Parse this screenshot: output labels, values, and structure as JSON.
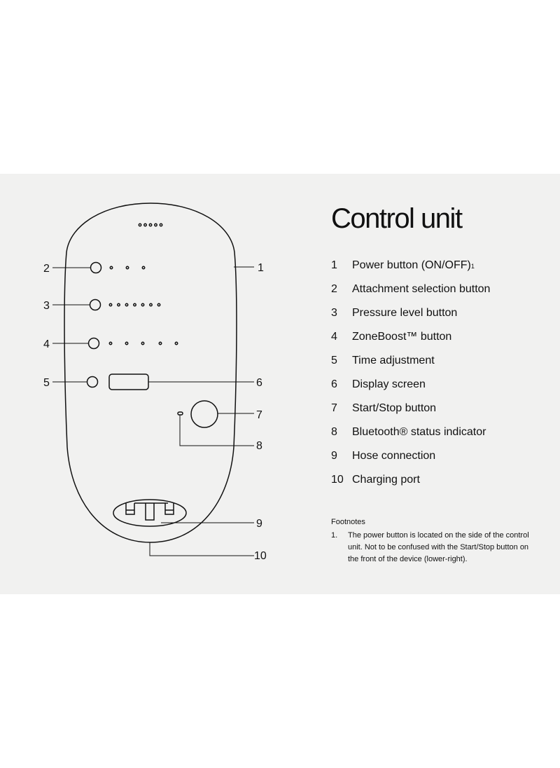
{
  "title": "Control unit",
  "legend": [
    {
      "num": "1",
      "label": "Power button (ON/OFF)",
      "sup": "1"
    },
    {
      "num": "2",
      "label": "Attachment selection button"
    },
    {
      "num": "3",
      "label": "Pressure level button"
    },
    {
      "num": "4",
      "label": "ZoneBoost™ button"
    },
    {
      "num": "5",
      "label": "Time adjustment"
    },
    {
      "num": "6",
      "label": "Display screen"
    },
    {
      "num": "7",
      "label": "Start/Stop button"
    },
    {
      "num": "8",
      "label": "Bluetooth® status indicator"
    },
    {
      "num": "9",
      "label": "Hose connection"
    },
    {
      "num": "10",
      "label": "Charging port"
    }
  ],
  "callouts": [
    "1",
    "2",
    "3",
    "4",
    "5",
    "6",
    "7",
    "8",
    "9",
    "10"
  ],
  "footnotes": {
    "heading": "Footnotes",
    "items": [
      {
        "mark": "1.",
        "text": "The power button is located on the side of the control unit. Not to be confused with the Start/Stop button on the front of the device (lower-right)."
      }
    ]
  }
}
